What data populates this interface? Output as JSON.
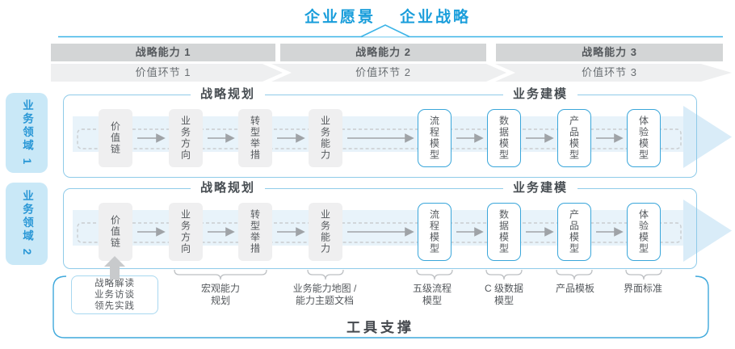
{
  "header": {
    "vision": "企业愿景",
    "strategy": "企业战略"
  },
  "strategy_capabilities": [
    "战略能力 1",
    "战略能力 2",
    "战略能力 3"
  ],
  "value_links": [
    "价值环节 1",
    "价值环节 2",
    "价值环节 3"
  ],
  "lanes": [
    {
      "domain": "业务领域 1",
      "sections": [
        "战略规划",
        "业务建模"
      ],
      "boxes": [
        {
          "label": "价值链",
          "variant": "gray"
        },
        {
          "label": "业务方向",
          "variant": "gray"
        },
        {
          "label": "转型举措",
          "variant": "gray"
        },
        {
          "label": "业务能力",
          "variant": "gray"
        },
        {
          "label": "流程模型",
          "variant": "outlined"
        },
        {
          "label": "数据模型",
          "variant": "outlined"
        },
        {
          "label": "产品模型",
          "variant": "outlined"
        },
        {
          "label": "体验模型",
          "variant": "outlined"
        }
      ]
    },
    {
      "domain": "业务领域 2",
      "sections": [
        "战略规划",
        "业务建模"
      ],
      "boxes": [
        {
          "label": "价值链",
          "variant": "gray"
        },
        {
          "label": "业务方向",
          "variant": "gray"
        },
        {
          "label": "转型举措",
          "variant": "gray"
        },
        {
          "label": "业务能力",
          "variant": "gray"
        },
        {
          "label": "流程模型",
          "variant": "outlined"
        },
        {
          "label": "数据模型",
          "variant": "outlined"
        },
        {
          "label": "产品模型",
          "variant": "outlined"
        },
        {
          "label": "体验模型",
          "variant": "outlined"
        }
      ]
    }
  ],
  "annotations": {
    "practice_box": [
      "战略解读",
      "业务访谈",
      "领先实践"
    ],
    "labels": [
      [
        "宏观能力",
        "规划"
      ],
      [
        "业务能力地图 /",
        "能力主题文档"
      ],
      [
        "五级流程",
        "模型"
      ],
      [
        "C 级数据",
        "模型"
      ],
      [
        "产品模板"
      ],
      [
        "界面标准"
      ]
    ]
  },
  "tool_support": "工具支撑",
  "colors": {
    "accent_blue": "#1a9edb",
    "line_blue": "#3cb4e7",
    "tab_bg": "#c9e8f7",
    "tab_text": "#2997d6",
    "bar_bg": "#d3d5d6",
    "chevron_bg": "#eeeff0",
    "lane_border": "#8fcbe9",
    "band_fill": "#e8f3fa",
    "band_arrowhead": "#d9ecf8",
    "gray_box_bg": "#efeff0",
    "outlined_box_border": "#3aa6da",
    "dark_text": "#474d52",
    "arrow_gray": "#9fa3a7",
    "tool_border": "#3fa9dc"
  }
}
